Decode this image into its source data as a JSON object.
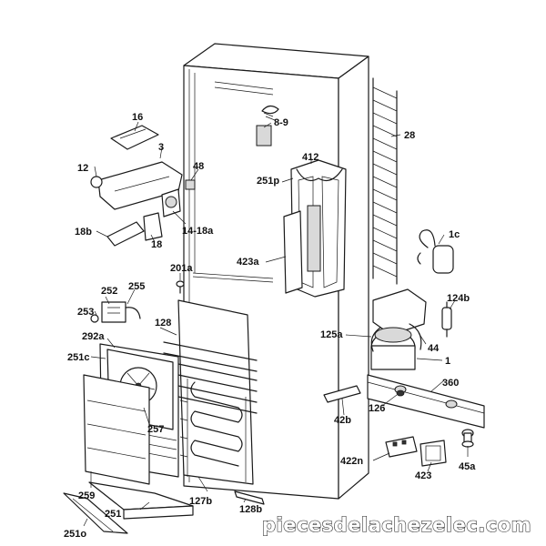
{
  "labels": {
    "l16": "16",
    "l3": "3",
    "l12": "12",
    "l48": "48",
    "l14_18a": "14-18a",
    "l18b": "18b",
    "l18": "18",
    "l8_9": "8-9",
    "l28": "28",
    "l412": "412",
    "l251p": "251p",
    "l423a": "423a",
    "l1c": "1c",
    "l201a": "201a",
    "l252": "252",
    "l255": "255",
    "l253": "253",
    "l128": "128",
    "l124b": "124b",
    "l292a": "292a",
    "l125a": "125a",
    "l44": "44",
    "l251c": "251c",
    "l1": "1",
    "l360": "360",
    "l257": "257",
    "l126": "126",
    "l42b": "42b",
    "l422n": "422n",
    "l423": "423",
    "l45a": "45a",
    "l259": "259",
    "l127b": "127b",
    "l251": "251",
    "l128b": "128b",
    "l251o": "251o"
  },
  "watermark": "piecesdelachezelec.com"
}
